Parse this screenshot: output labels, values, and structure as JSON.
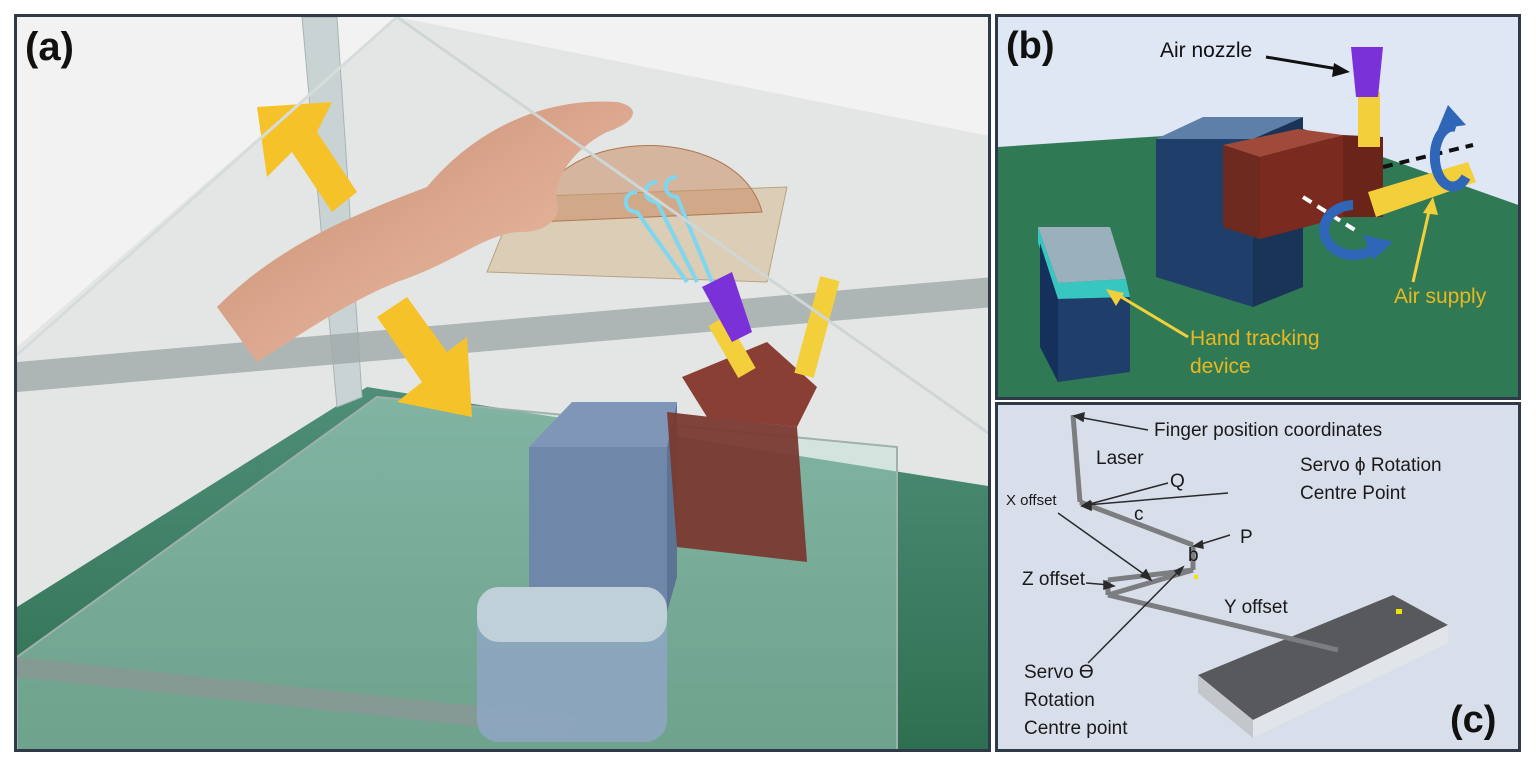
{
  "panels": {
    "a": {
      "tag": "(a)"
    },
    "b": {
      "tag": "(b)",
      "labels": {
        "air_nozzle": "Air nozzle",
        "air_supply": "Air supply",
        "hand_tracking_1": "Hand tracking",
        "hand_tracking_2": "device"
      }
    },
    "c": {
      "tag": "(c)",
      "labels": {
        "finger": "Finger position coordinates",
        "laser": "Laser",
        "servo_phi_1": "Servo ϕ Rotation",
        "servo_phi_2": "Centre Point",
        "q": "Q",
        "x_offset": "X offset",
        "c": "c",
        "p": "P",
        "b": "b",
        "z_offset": "Z offset",
        "y_offset": "Y offset",
        "servo_theta_1": "Servo ϴ",
        "servo_theta_2": "Rotation",
        "servo_theta_3": "Centre point"
      }
    }
  },
  "colors": {
    "arrow_yellow": "#f6c22a",
    "base_green": "#2f7a55",
    "servo_blue": "#1f3f6a",
    "motor_red": "#7a2a1e",
    "nozzle_purple": "#7a32d8",
    "pipe_yellow": "#f2cf3b",
    "rotation_blue": "#2f66b8"
  }
}
